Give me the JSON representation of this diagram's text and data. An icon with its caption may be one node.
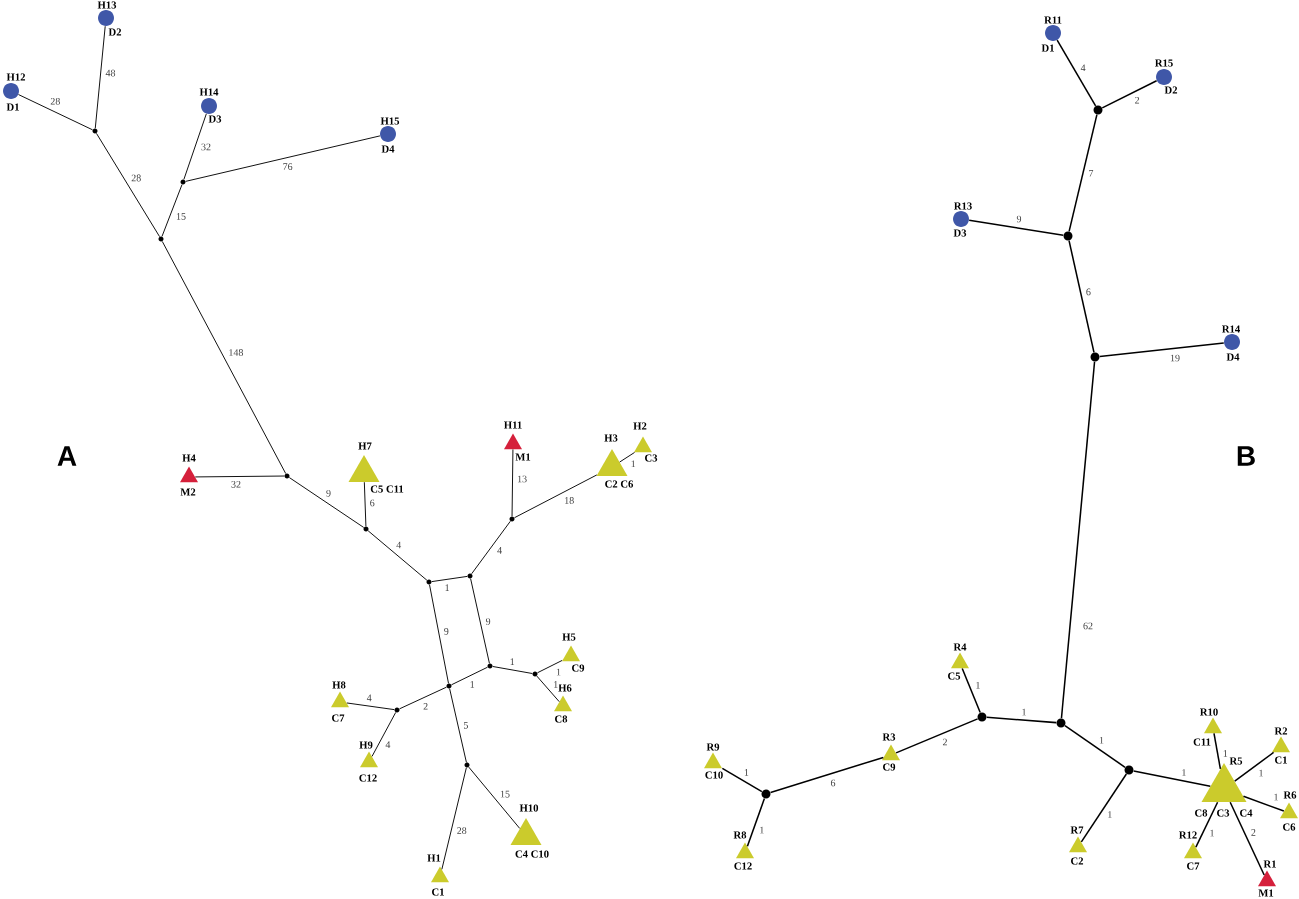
{
  "diagram": {
    "nodes": [
      {
        "text": [
          "H13",
          "D2"
        ]
      },
      {
        "text": [
          "H12",
          "D1"
        ]
      },
      {
        "text": [
          "H14",
          "D3"
        ]
      },
      {
        "text": [
          "H15",
          "D4"
        ]
      },
      {
        "text": [],
        "shape": "circle"
      },
      {
        "text": [],
        "shape": "circle"
      },
      {
        "text": [],
        "shape": "circle"
      },
      {
        "text": [
          "H11",
          "M1"
        ]
      },
      {
        "text": [
          "H2",
          "C3"
        ]
      },
      {
        "text": [
          "H3",
          "C2 C6"
        ]
      },
      {
        "text": [
          "H7",
          "C5 C11"
        ]
      },
      {
        "text": [
          "H4",
          "M2"
        ]
      },
      {
        "text": [],
        "shape": "circle"
      },
      {
        "text": [],
        "shape": "circle"
      },
      {
        "text": [],
        "shape": "circle"
      },
      {
        "text": [],
        "shape": "circle"
      },
      {
        "text": [],
        "shape": "circle"
      },
      {
        "text": [
          "H5",
          "C9"
        ]
      },
      {
        "text": [],
        "shape": "circle"
      },
      {
        "text": [],
        "shape": "circle"
      },
      {
        "text": [],
        "shape": "circle"
      },
      {
        "text": [
          "H8",
          "C7"
        ]
      },
      {
        "text": [
          "H6",
          "C8"
        ]
      },
      {
        "text": [],
        "shape": "circle"
      },
      {
        "text": [
          "H9",
          "C12"
        ]
      },
      {
        "text": [],
        "shape": "circle"
      },
      {
        "text": [
          "H10",
          "C4 C10"
        ]
      },
      {
        "text": [
          "H1",
          "C1"
        ]
      },
      {
        "text": [
          "R11",
          "D1"
        ]
      },
      {
        "text": [
          "R15",
          "D2"
        ]
      },
      {
        "text": [],
        "shape": "circle"
      },
      {
        "text": [
          "R13",
          "D3"
        ]
      },
      {
        "text": [],
        "shape": "circle"
      },
      {
        "text": [
          "R14",
          "D4"
        ]
      },
      {
        "text": [],
        "shape": "circle"
      },
      {
        "text": [
          "R4",
          "C5"
        ]
      },
      {
        "text": [],
        "shape": "circle"
      },
      {
        "text": [],
        "shape": "circle"
      },
      {
        "text": [
          "R10",
          "C11"
        ]
      },
      {
        "text": [
          "R2",
          "C1"
        ]
      },
      {
        "text": [
          "R3",
          "C9"
        ]
      },
      {
        "text": [
          "R9",
          "C10"
        ]
      },
      {
        "text": [],
        "shape": "circle"
      },
      {
        "text": [
          "R5",
          "C8",
          "C3",
          "C4"
        ]
      },
      {
        "text": [],
        "shape": "circle"
      },
      {
        "text": [
          "R6",
          "C6"
        ]
      },
      {
        "text": [
          "R7",
          "C2"
        ]
      },
      {
        "text": [
          "R8",
          "C12"
        ]
      },
      {
        "text": [
          "R12",
          "C7"
        ]
      },
      {
        "text": [
          "R1",
          "M1"
        ]
      }
    ],
    "edges": [
      {
        "from": 0,
        "to": 4,
        "arrow": "none",
        "label": "48"
      },
      {
        "from": 1,
        "to": 4,
        "arrow": "none",
        "label": "28"
      },
      {
        "from": 4,
        "to": 6,
        "arrow": "none",
        "label": "28"
      },
      {
        "from": 2,
        "to": 5,
        "arrow": "none",
        "label": "32"
      },
      {
        "from": 3,
        "to": 5,
        "arrow": "none",
        "label": "76"
      },
      {
        "from": 5,
        "to": 6,
        "arrow": "none",
        "label": "15"
      },
      {
        "from": 6,
        "to": 12,
        "arrow": "none",
        "label": "148"
      },
      {
        "from": 11,
        "to": 12,
        "arrow": "none",
        "label": "32"
      },
      {
        "from": 12,
        "to": 14,
        "arrow": "none",
        "label": "9"
      },
      {
        "from": 10,
        "to": 14,
        "arrow": "none",
        "label": "6"
      },
      {
        "from": 14,
        "to": 16,
        "arrow": "none",
        "label": "4"
      },
      {
        "from": 16,
        "to": 15,
        "arrow": "none",
        "label": "1"
      },
      {
        "from": 15,
        "to": 13,
        "arrow": "none",
        "label": "4"
      },
      {
        "from": 7,
        "to": 13,
        "arrow": "none",
        "label": "13"
      },
      {
        "from": 13,
        "to": 9,
        "arrow": "none",
        "label": "18"
      },
      {
        "from": 9,
        "to": 8,
        "arrow": "none",
        "label": "1"
      },
      {
        "from": 16,
        "to": 20,
        "arrow": "none",
        "label": "9"
      },
      {
        "from": 15,
        "to": 18,
        "arrow": "none",
        "label": "9"
      },
      {
        "from": 20,
        "to": 18,
        "arrow": "none",
        "label": "1"
      },
      {
        "from": 18,
        "to": 19,
        "arrow": "none",
        "label": "1"
      },
      {
        "from": 19,
        "to": 17,
        "arrow": "none",
        "label": "1"
      },
      {
        "from": 19,
        "to": 22,
        "arrow": "none",
        "label": "1"
      },
      {
        "from": 20,
        "to": 23,
        "arrow": "none",
        "label": "2"
      },
      {
        "from": 23,
        "to": 21,
        "arrow": "none",
        "label": "4"
      },
      {
        "from": 23,
        "to": 24,
        "arrow": "none",
        "label": "4"
      },
      {
        "from": 20,
        "to": 25,
        "arrow": "none",
        "label": "5"
      },
      {
        "from": 25,
        "to": 26,
        "arrow": "none",
        "label": "15"
      },
      {
        "from": 25,
        "to": 27,
        "arrow": "none",
        "label": "28"
      },
      {
        "from": 28,
        "to": 30,
        "arrow": "none",
        "label": "4"
      },
      {
        "from": 29,
        "to": 30,
        "arrow": "none",
        "label": "2"
      },
      {
        "from": 30,
        "to": 32,
        "arrow": "none",
        "label": "7"
      },
      {
        "from": 31,
        "to": 32,
        "arrow": "none",
        "label": "9"
      },
      {
        "from": 32,
        "to": 34,
        "arrow": "none",
        "label": "6"
      },
      {
        "from": 33,
        "to": 34,
        "arrow": "none",
        "label": "19"
      },
      {
        "from": 34,
        "to": 37,
        "arrow": "none",
        "label": "62"
      },
      {
        "from": 37,
        "to": 36,
        "arrow": "none",
        "label": "1"
      },
      {
        "from": 35,
        "to": 36,
        "arrow": "none",
        "label": "1"
      },
      {
        "from": 36,
        "to": 40,
        "arrow": "none",
        "label": "2"
      },
      {
        "from": 40,
        "to": 44,
        "arrow": "none",
        "label": "6"
      },
      {
        "from": 41,
        "to": 44,
        "arrow": "none",
        "label": "1"
      },
      {
        "from": 47,
        "to": 44,
        "arrow": "none",
        "label": "1"
      },
      {
        "from": 37,
        "to": 42,
        "arrow": "none",
        "label": "1"
      },
      {
        "from": 42,
        "to": 46,
        "arrow": "none",
        "label": "1"
      },
      {
        "from": 42,
        "to": 43,
        "arrow": "none",
        "label": "1"
      },
      {
        "from": 43,
        "to": 38,
        "arrow": "none",
        "label": "1"
      },
      {
        "from": 43,
        "to": 39,
        "arrow": "none",
        "label": "1"
      },
      {
        "from": 43,
        "to": 45,
        "arrow": "none",
        "label": "1"
      },
      {
        "from": 43,
        "to": 48,
        "arrow": "none",
        "label": "1"
      },
      {
        "from": 43,
        "to": 49,
        "arrow": "none",
        "label": "2"
      }
    ],
    "labels": [
      "A",
      "B"
    ]
  }
}
